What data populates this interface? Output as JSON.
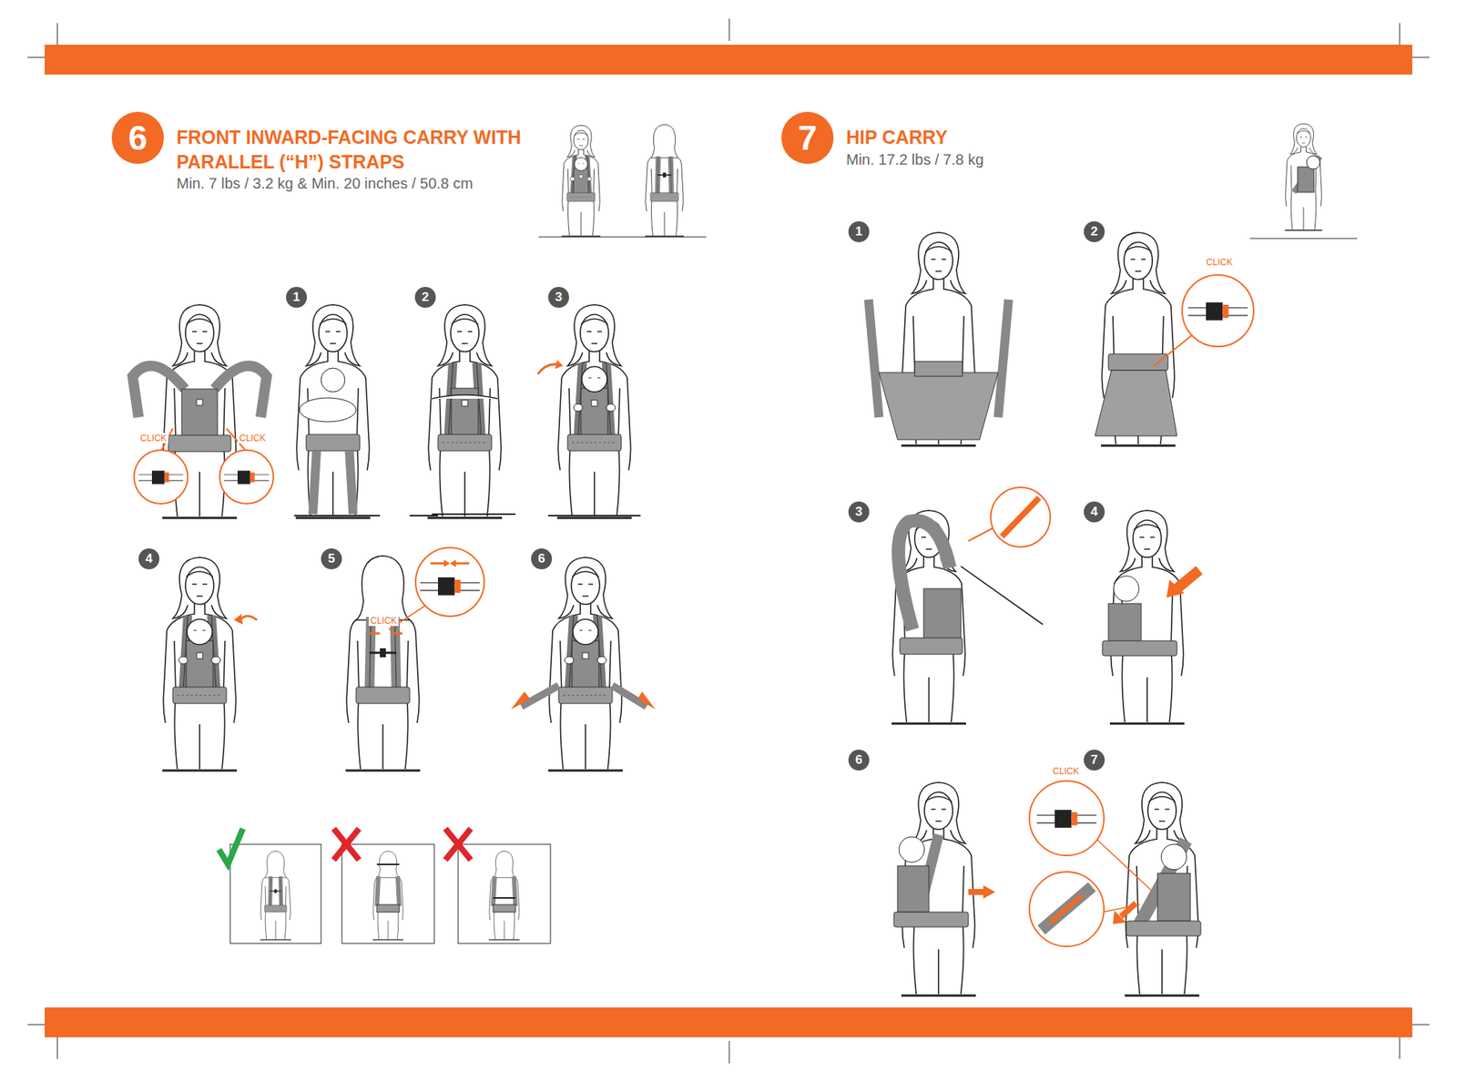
{
  "diagram": {
    "nodes": [
      {
        "text": [
          "6",
          "FRONT INWARD-FACING CARRY WITH PARALLEL (“H”) STRAPS",
          "Min. 7 lbs / 3.2 kg & Min. 20 inches / 50.8 cm"
        ]
      },
      {
        "text": [
          "1"
        ]
      },
      {
        "text": [
          "2"
        ]
      },
      {
        "text": [
          "3"
        ]
      },
      {
        "text": [
          "4"
        ]
      },
      {
        "text": [
          "5"
        ]
      },
      {
        "text": [
          "6"
        ]
      },
      {
        "text": [
          "7",
          "HIP CARRY",
          "Min. 17.2 lbs / 7.8 kg"
        ]
      },
      {
        "text": [
          "1"
        ]
      },
      {
        "text": [
          "2"
        ]
      },
      {
        "text": [
          "3"
        ]
      },
      {
        "text": [
          "4"
        ]
      },
      {
        "text": [
          "6"
        ]
      },
      {
        "text": [
          "7"
        ]
      }
    ],
    "labels": [
      "CLICK",
      "CLICK",
      "CLICK",
      "CLICK",
      "CLICK"
    ]
  }
}
